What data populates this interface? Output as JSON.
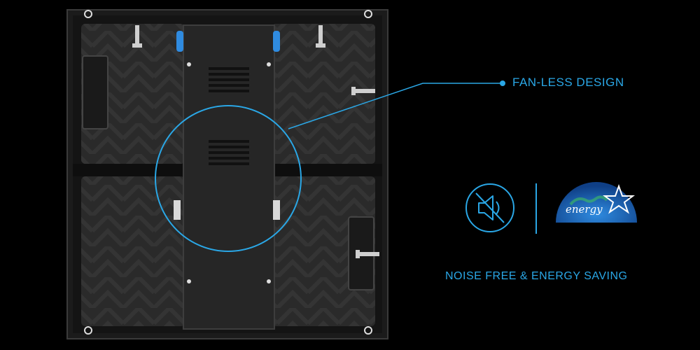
{
  "callouts": {
    "fan_less": "FAN-LESS DESIGN",
    "noise_free": "NOISE FREE & ENERGY SAVING"
  },
  "badges": {
    "energy_logo_text": "energy"
  },
  "colors": {
    "accent": "#2aa7e6",
    "background": "#000000",
    "panel": "#2b2b2b",
    "energy_blue": "#1c5fb0"
  },
  "icons": [
    "speaker-muted-icon",
    "energy-star-logo"
  ]
}
